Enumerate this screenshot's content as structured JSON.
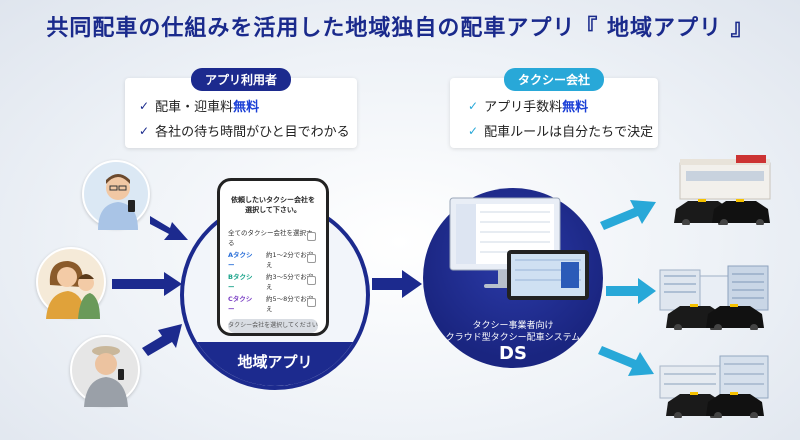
{
  "title": "共同配車の仕組みを活用した地域独自の配車アプリ『 地域アプリ 』",
  "colors": {
    "navy": "#1c2a8e",
    "cyan": "#28a8d8",
    "accent": "#1a3fd6"
  },
  "user_card": {
    "badge": "アプリ利用者",
    "items": [
      {
        "text": "配車・迎車料",
        "highlight": "無料"
      },
      {
        "text": "各社の待ち時間がひと目でわかる",
        "highlight": ""
      }
    ]
  },
  "company_card": {
    "badge": "タクシー会社",
    "items": [
      {
        "text": "アプリ手数料",
        "highlight": "無料"
      },
      {
        "text": "配車ルールは自分たちで決定",
        "highlight": ""
      }
    ]
  },
  "phone": {
    "heading": "依頼したいタクシー会社を選択して下さい。",
    "all_option": "全てのタクシー会社を選択する",
    "options": [
      {
        "tag": "Aタクシー",
        "wait": "約1～2分でお迎え",
        "color": "#2a6fd8"
      },
      {
        "tag": "Bタクシー",
        "wait": "約3～5分でお迎え",
        "color": "#19a38a"
      },
      {
        "tag": "Cタクシー",
        "wait": "約5～8分でお迎え",
        "color": "#7a3fc4"
      }
    ],
    "button": "タクシー会社を選択してください"
  },
  "app_label": "地域アプリ",
  "ds": {
    "line1": "タクシー事業者向け",
    "line2": "クラウド型タクシー配車システム",
    "name": "DS"
  },
  "icons": {
    "user1": "man-with-glasses-icon",
    "user2": "woman-with-child-icon",
    "user3": "elderly-man-icon"
  }
}
